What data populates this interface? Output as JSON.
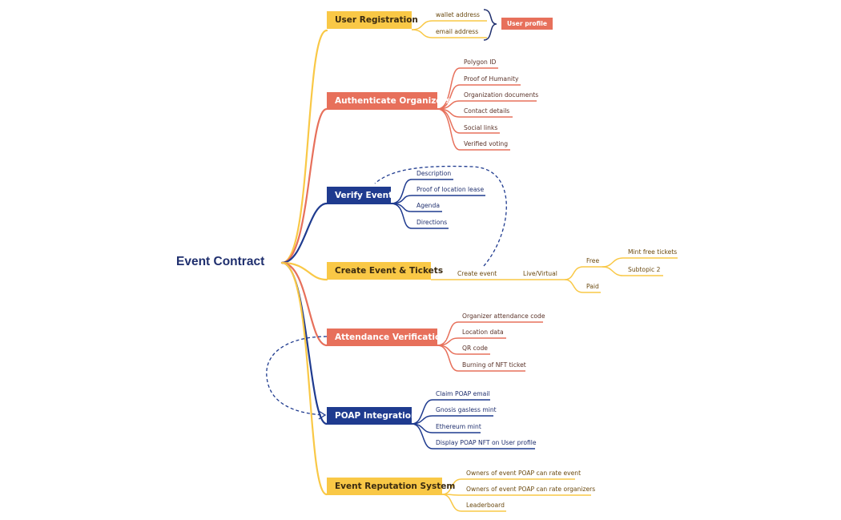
{
  "root": "Event Contract",
  "colors": {
    "yellow": "#f9c846",
    "orange": "#e7705b",
    "navy": "#1f3b8f"
  },
  "branches": {
    "user_registration": {
      "label": "User Registration",
      "items": [
        "wallet address",
        "email address"
      ],
      "tag": "User profile"
    },
    "authenticate_organizers": {
      "label": "Authenticate Organizers",
      "items": [
        "Polygon ID",
        "Proof of Humanity",
        "Organization documents",
        "Contact details",
        "Social links",
        "Verified voting"
      ]
    },
    "verify_event": {
      "label": "Verify Event",
      "items": [
        "Description",
        "Proof of location lease",
        "Agenda",
        "Directions"
      ]
    },
    "create_event": {
      "label": "Create Event & Tickets",
      "create_event": "Create event",
      "live_virtual": "Live/Virtual",
      "free": "Free",
      "paid": "Paid",
      "free_items": [
        "Mint free tickets",
        "Subtopic 2"
      ]
    },
    "attendance_verification": {
      "label": "Attendance Verification",
      "items": [
        "Organizer attendance code",
        "Location data",
        "QR code",
        "Burning of NFT ticket"
      ]
    },
    "poap_integration": {
      "label": "POAP Integration",
      "items": [
        "Claim POAP email",
        "Gnosis gasless mint",
        "Ethereum mint",
        "Display POAP NFT on User profile"
      ]
    },
    "event_reputation": {
      "label": "Event Reputation System",
      "items": [
        "Owners of event POAP can rate event",
        "Owners of event POAP can rate organizers",
        "Leaderboard"
      ]
    }
  }
}
